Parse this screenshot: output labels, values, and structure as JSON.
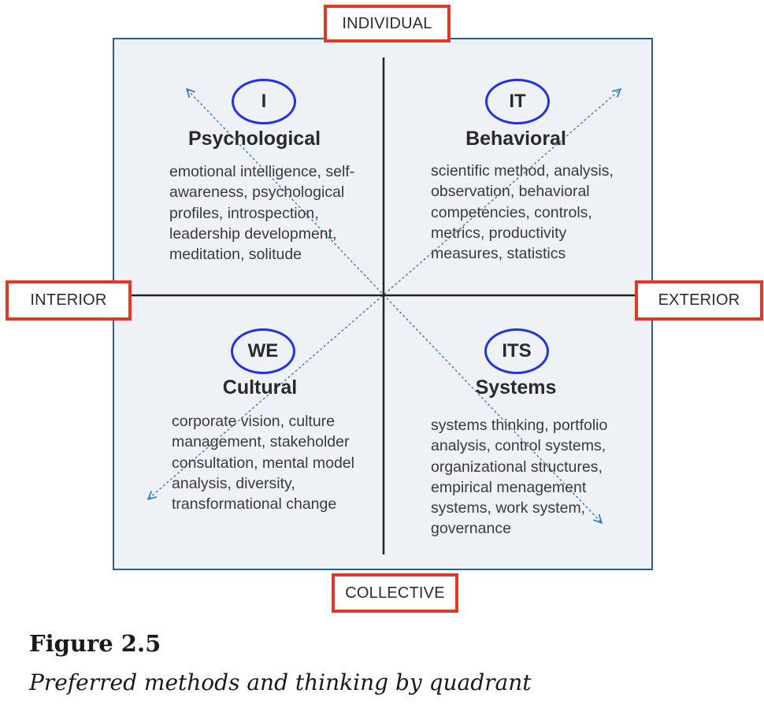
{
  "axes": {
    "top": "INDIVIDUAL",
    "bottom": "COLLECTIVE",
    "left": "INTERIOR",
    "right": "EXTERIOR"
  },
  "quadrants": {
    "upper_left": {
      "badge": "I",
      "title": "Psychological",
      "text": "emotional intelligence, self-\nawareness, psychological\nprofiles, introspection,\nleadership development,\nmeditation, solitude"
    },
    "upper_right": {
      "badge": "IT",
      "title": "Behavioral",
      "text": "scientific method, analysis,\nobservation, behavioral\ncompetencies, controls,\nmetrics, productivity\nmeasures, statistics"
    },
    "lower_left": {
      "badge": "WE",
      "title": "Cultural",
      "text": "corporate vision, culture\nmanagement, stakeholder\nconsultation, mental model\nanalysis, diversity,\ntransformational change"
    },
    "lower_right": {
      "badge": "ITS",
      "title": "Systems",
      "text": "systems thinking, portfolio\nanalysis, control systems,\norganizational structures,\nempirical menagement\nsystems, work system,\ngovernance"
    }
  },
  "caption": {
    "title": "Figure 2.5",
    "text": "Preferred methods and thinking by quadrant"
  },
  "colors": {
    "frame_border": "#2e5f88",
    "label_border": "#e03a26",
    "badge_border": "#2230e6",
    "diagonal_arrows": "#3a7fb5"
  }
}
